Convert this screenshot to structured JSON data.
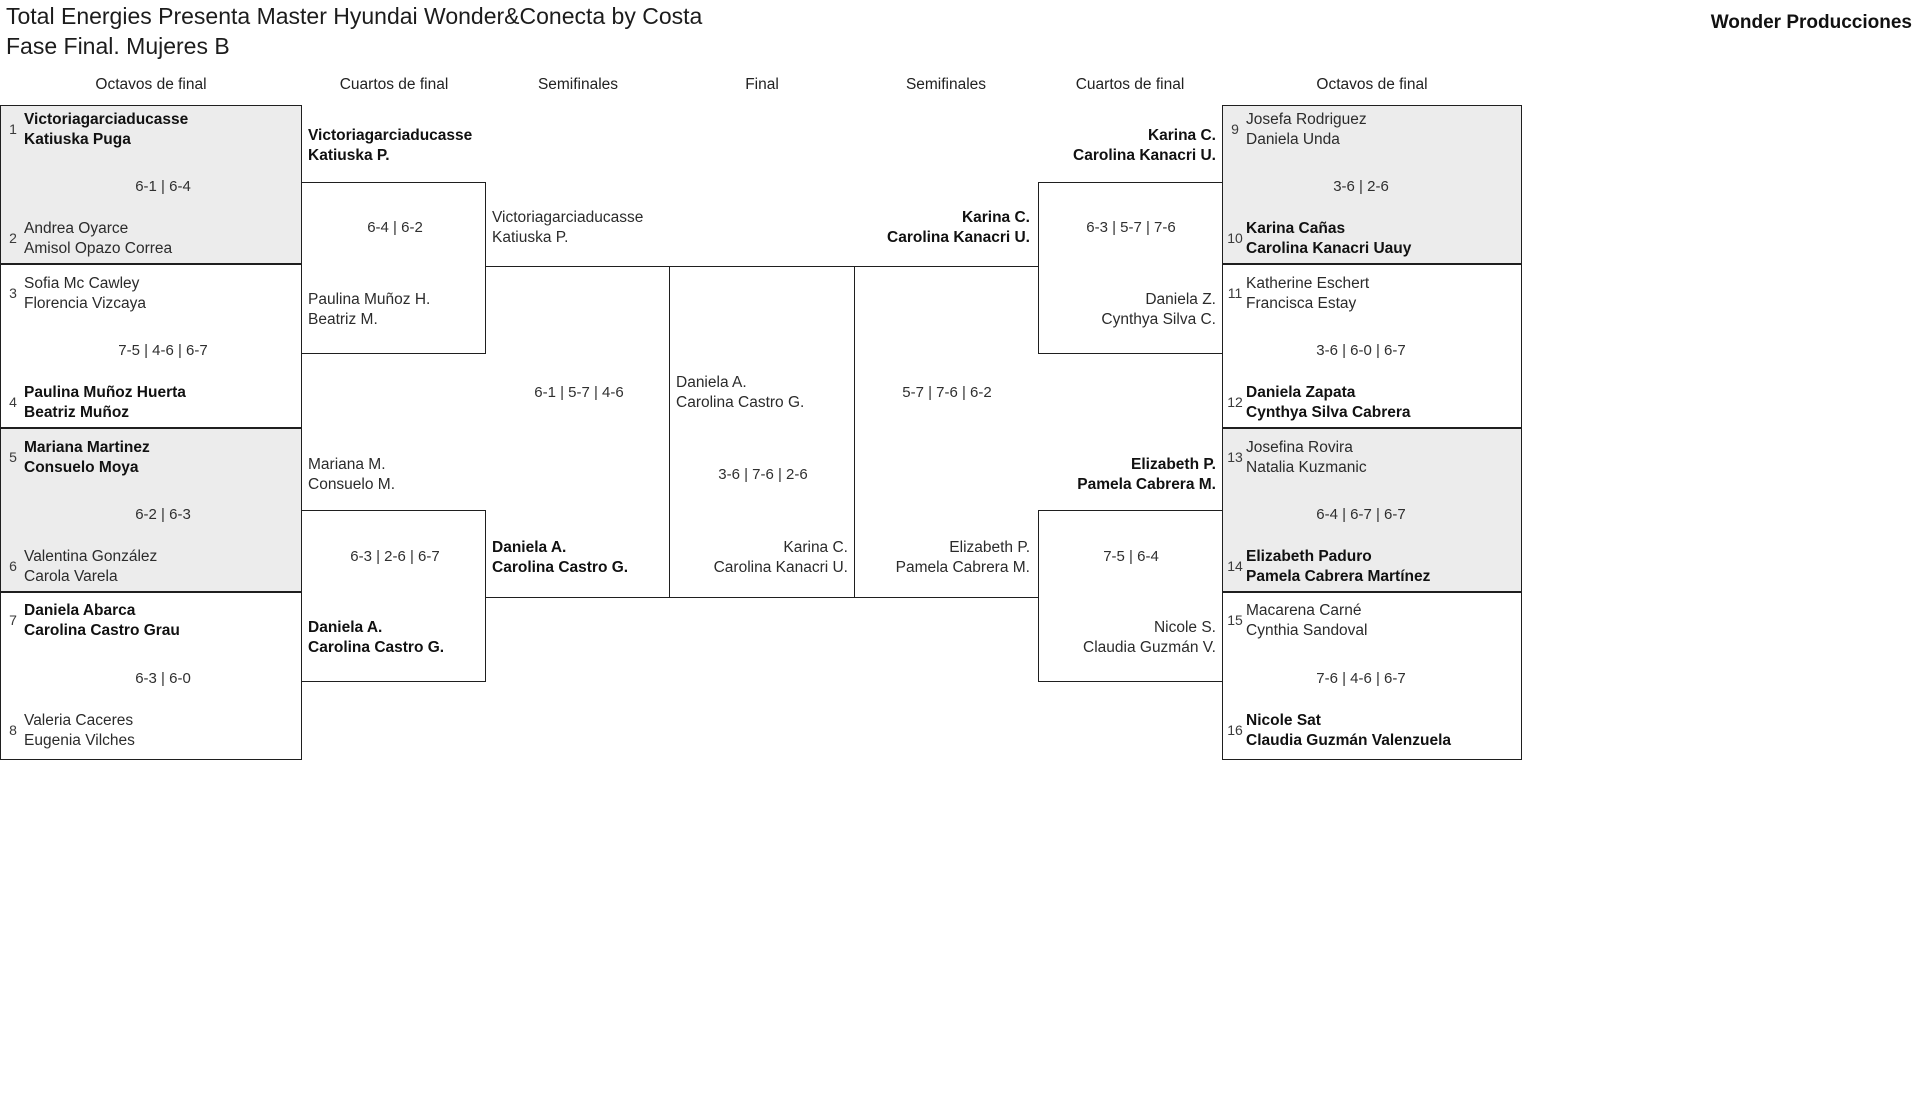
{
  "header": {
    "title": "Total Energies Presenta Master Hyundai Wonder&Conecta by Costa\nFase Final. Mujeres B",
    "brand": "Wonder Producciones"
  },
  "round_labels": {
    "left_r16": "Octavos de final",
    "left_qf": "Cuartos de final",
    "left_sf": "Semifinales",
    "final": "Final",
    "right_sf": "Semifinales",
    "right_qf": "Cuartos de final",
    "right_r16": "Octavos de final"
  },
  "left": {
    "r16": [
      {
        "seed": "1",
        "names": "Victoriagarciaducasse\nKatiuska Puga",
        "winner": true
      },
      {
        "seed": "2",
        "names": "Andrea Oyarce\nAmisol Opazo Correa",
        "winner": false
      },
      {
        "seed": "3",
        "names": "Sofia Mc Cawley\nFlorencia Vizcaya",
        "winner": false
      },
      {
        "seed": "4",
        "names": "Paulina Muñoz Huerta\nBeatriz Muñoz",
        "winner": true
      },
      {
        "seed": "5",
        "names": "Mariana Martinez\nConsuelo Moya",
        "winner": true
      },
      {
        "seed": "6",
        "names": "Valentina González\nCarola Varela",
        "winner": false
      },
      {
        "seed": "7",
        "names": "Daniela Abarca\nCarolina Castro Grau",
        "winner": true
      },
      {
        "seed": "8",
        "names": "Valeria Caceres\nEugenia Vilches",
        "winner": false
      }
    ],
    "r16_scores": [
      "6-1 | 6-4",
      "7-5 | 4-6 | 6-7",
      "6-2 | 6-3",
      "6-3 | 6-0"
    ],
    "qf": [
      {
        "names": "Victoriagarciaducasse\nKatiuska P.",
        "winner": true
      },
      {
        "names": "Paulina Muñoz H.\nBeatriz M.",
        "winner": false
      },
      {
        "names": "Mariana M.\nConsuelo M.",
        "winner": false
      },
      {
        "names": "Daniela A.\nCarolina Castro G.",
        "winner": true
      }
    ],
    "qf_scores": [
      "6-4 | 6-2",
      "6-3 | 2-6 | 6-7"
    ],
    "sf": [
      {
        "names": "Victoriagarciaducasse\nKatiuska P.",
        "winner": false
      },
      {
        "names": "Daniela A.\nCarolina Castro G.",
        "winner": true
      }
    ],
    "sf_score": "6-1 | 5-7 | 4-6"
  },
  "final": {
    "left_team": {
      "names": "Daniela A.\nCarolina Castro G.",
      "winner": false
    },
    "right_team": {
      "names": "Karina C.\nCarolina Kanacri U.",
      "winner": false
    },
    "score": "3-6 | 7-6 | 2-6"
  },
  "right": {
    "r16": [
      {
        "seed": "9",
        "names": "Josefa Rodriguez\nDaniela Unda",
        "winner": false
      },
      {
        "seed": "10",
        "names": "Karina Cañas\nCarolina Kanacri Uauy",
        "winner": true
      },
      {
        "seed": "11",
        "names": "Katherine Eschert\nFrancisca Estay",
        "winner": false
      },
      {
        "seed": "12",
        "names": "Daniela Zapata\nCynthya Silva Cabrera",
        "winner": true
      },
      {
        "seed": "13",
        "names": "Josefina Rovira\nNatalia Kuzmanic",
        "winner": false
      },
      {
        "seed": "14",
        "names": "Elizabeth Paduro\nPamela Cabrera Martínez",
        "winner": true
      },
      {
        "seed": "15",
        "names": "Macarena Carné\nCynthia Sandoval",
        "winner": false
      },
      {
        "seed": "16",
        "names": "Nicole Sat\nClaudia Guzmán Valenzuela",
        "winner": true
      }
    ],
    "r16_scores": [
      "3-6 | 2-6",
      "3-6 | 6-0 | 6-7",
      "6-4 | 6-7 | 6-7",
      "7-6 | 4-6 | 6-7"
    ],
    "qf": [
      {
        "names": "Karina C.\nCarolina Kanacri U.",
        "winner": true
      },
      {
        "names": "Daniela Z.\nCynthya Silva C.",
        "winner": false
      },
      {
        "names": "Elizabeth P.\nPamela Cabrera M.",
        "winner": true
      },
      {
        "names": "Nicole S.\nClaudia Guzmán V.",
        "winner": false
      }
    ],
    "qf_scores": [
      "6-3 | 5-7 | 7-6",
      "7-5 | 6-4"
    ],
    "sf": [
      {
        "names": "Karina C.\nCarolina Kanacri U.",
        "winner": true
      },
      {
        "names": "Elizabeth P.\nPamela Cabrera M.",
        "winner": false
      }
    ],
    "sf_score": "5-7 | 7-6 | 6-2"
  }
}
